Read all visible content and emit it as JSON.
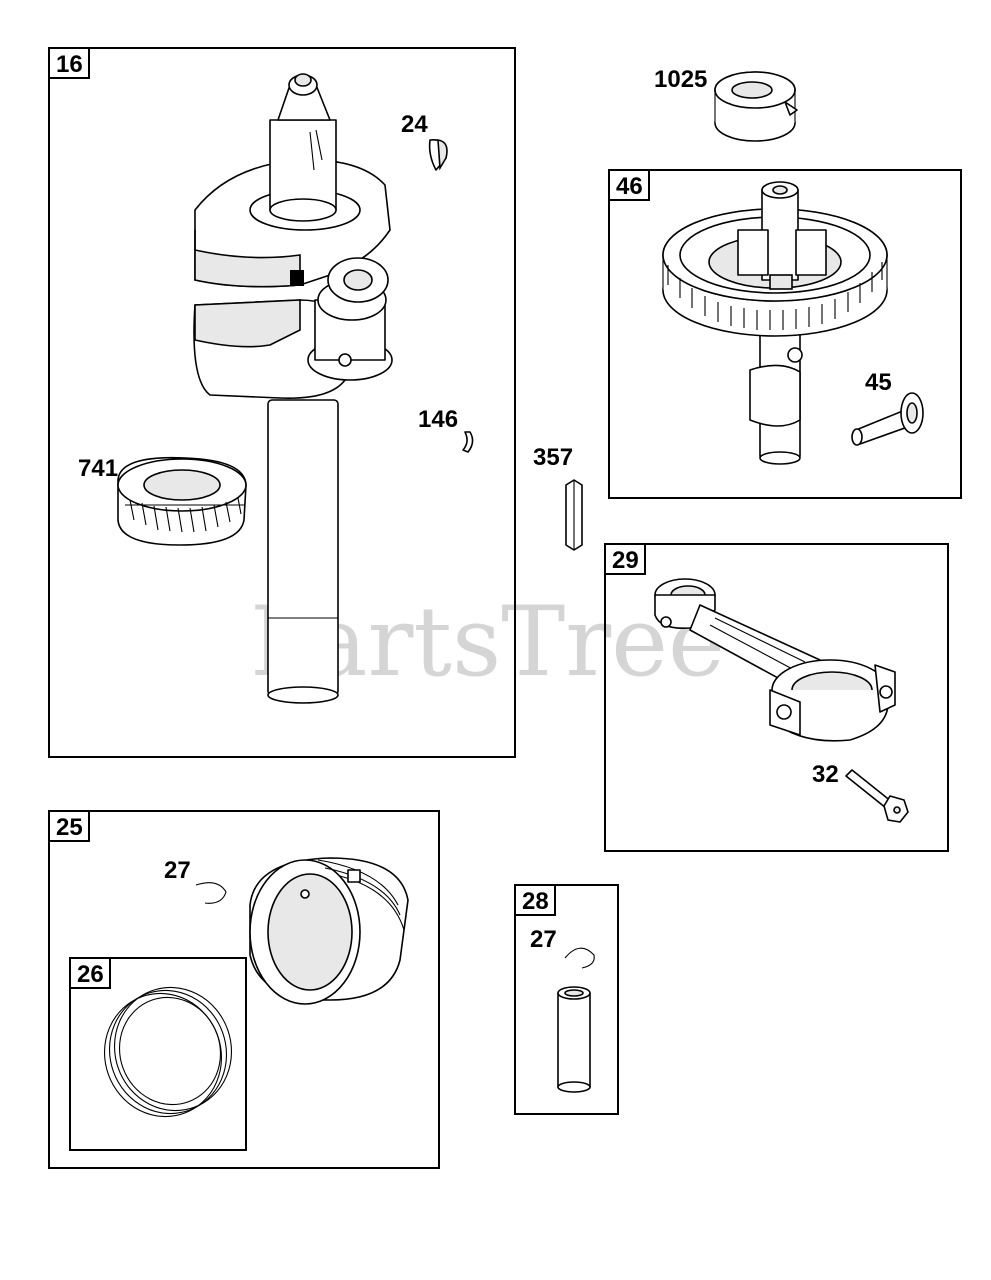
{
  "watermark": "PartsTree",
  "groups": [
    {
      "id": "16"
    },
    {
      "id": "46"
    },
    {
      "id": "29"
    },
    {
      "id": "25"
    },
    {
      "id": "26"
    },
    {
      "id": "28"
    }
  ],
  "parts": {
    "crankshaft_key": "24",
    "woodruff_key": "146",
    "timing_gear": "741",
    "washer": "1025",
    "cam_key": "357",
    "tappet": "45",
    "rod_screw": "32",
    "piston_clip": "27",
    "pin_clip": "27"
  }
}
